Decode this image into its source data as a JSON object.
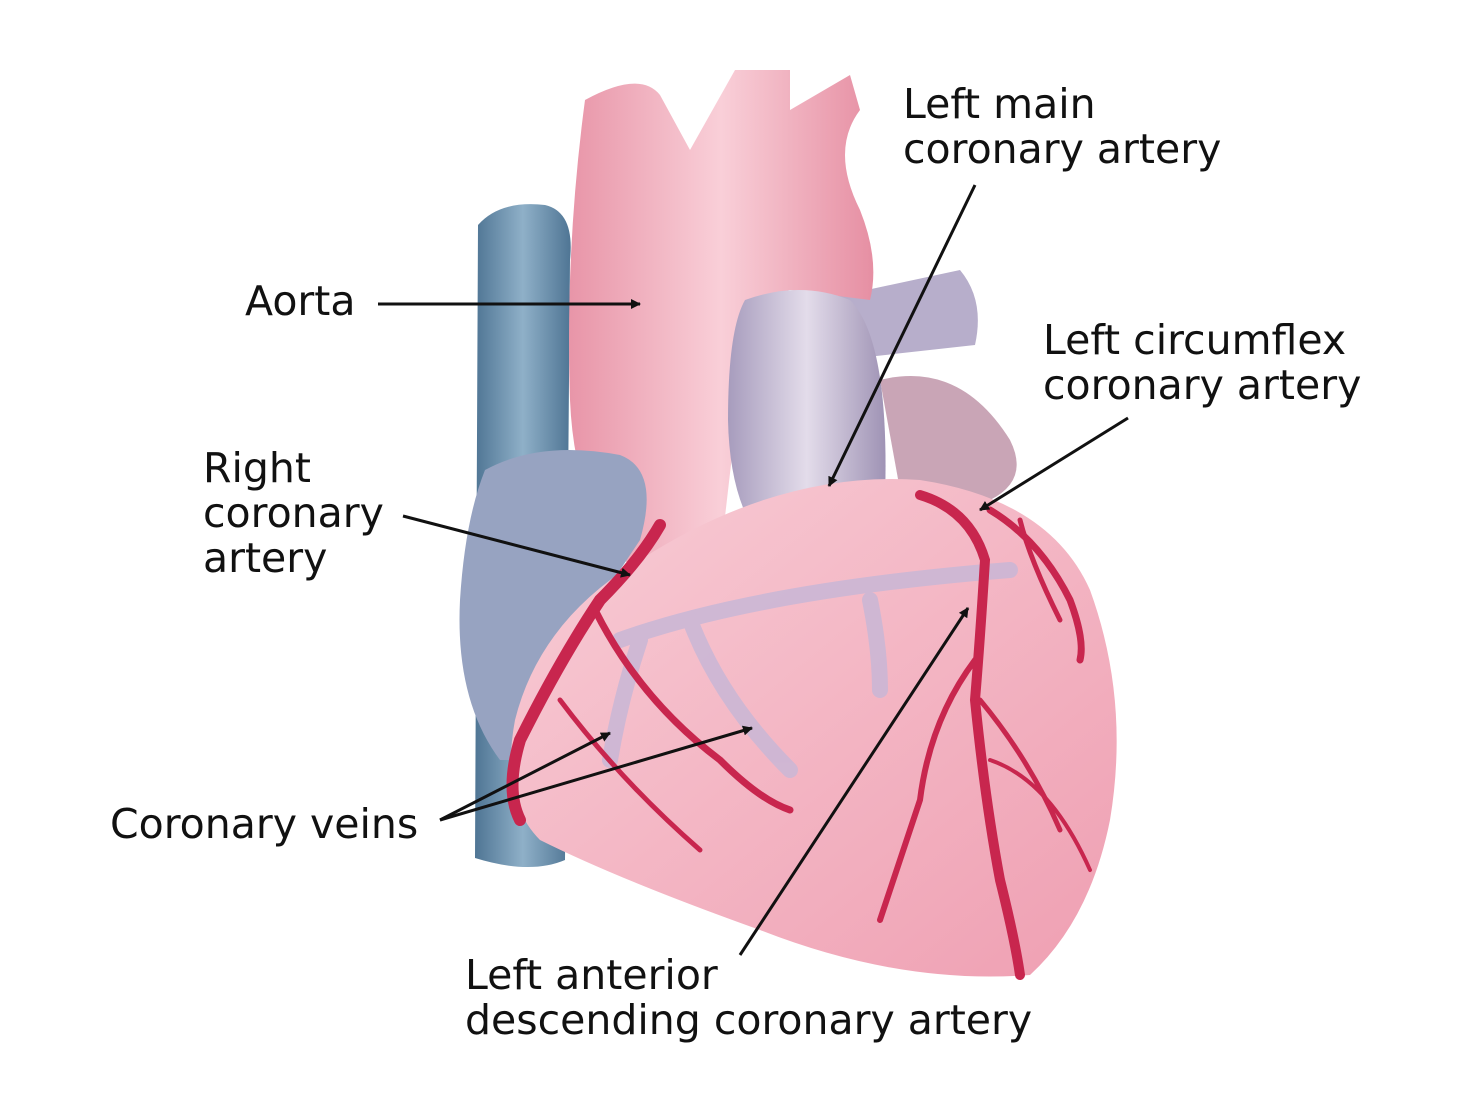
{
  "labels": {
    "left_main": [
      "Left main",
      "coronary artery"
    ],
    "aorta": [
      "Aorta"
    ],
    "left_circumflex": [
      "Left circumflex",
      "coronary artery"
    ],
    "right_coronary": [
      "Right",
      "coronary",
      "artery"
    ],
    "coronary_veins": [
      "Coronary veins"
    ],
    "left_anterior_descending": [
      "Left anterior",
      "descending coronary artery"
    ]
  },
  "colors": {
    "heart": "#f4b8c4",
    "aorta": "#f2b0bd",
    "pulmonary": "#c9c0d6",
    "vena_cava": "#6f93b0",
    "atrium": "#9aa6c2",
    "arteries": "#c8264e",
    "veins": "#c4b5d2",
    "arrow": "#111111"
  }
}
